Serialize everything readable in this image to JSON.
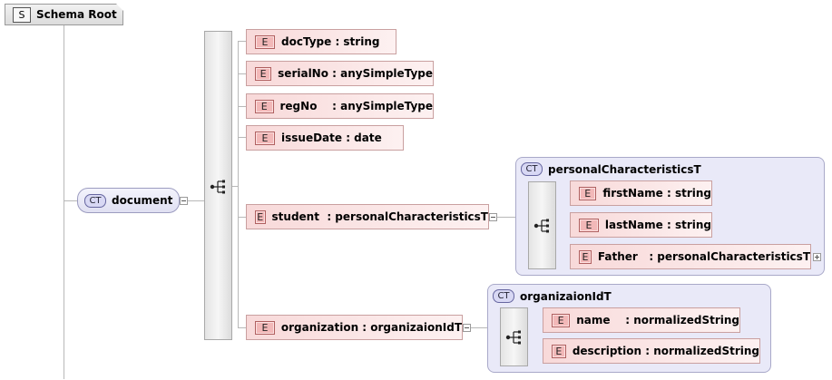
{
  "root": {
    "badge": "S",
    "label": "Schema Root"
  },
  "document": {
    "badge": "CT",
    "label": "document"
  },
  "elements": [
    {
      "badge": "E",
      "label": "docType : string"
    },
    {
      "badge": "E",
      "label": "serialNo : anySimpleType"
    },
    {
      "badge": "E",
      "label": "regNo    : anySimpleType"
    },
    {
      "badge": "E",
      "label": "issueDate : date"
    },
    {
      "badge": "E",
      "label": "student  : personalCharacteristicsT"
    },
    {
      "badge": "E",
      "label": "organization : organizaionIdT"
    }
  ],
  "personal_type": {
    "badge": "CT",
    "title": "personalCharacteristicsT",
    "elements": [
      {
        "badge": "E",
        "label": "firstName : string"
      },
      {
        "badge": "E",
        "label": "lastName : string"
      },
      {
        "badge": "E",
        "label": "Father   : personalCharacteristicsT"
      }
    ]
  },
  "org_type": {
    "badge": "CT",
    "title": "organizaionIdT",
    "elements": [
      {
        "badge": "E",
        "label": "name    : normalizedString"
      },
      {
        "badge": "E",
        "label": "description : normalizedString"
      }
    ]
  },
  "icons": {
    "sequence": "sequence-icon",
    "collapse": "collapse-icon",
    "expand": "expand-icon"
  },
  "colors": {
    "element_fill": "#f8dada",
    "element_border": "#c9a0a0",
    "complex_type_fill": "#e9e9f8",
    "complex_type_border": "#a9a9c9"
  }
}
